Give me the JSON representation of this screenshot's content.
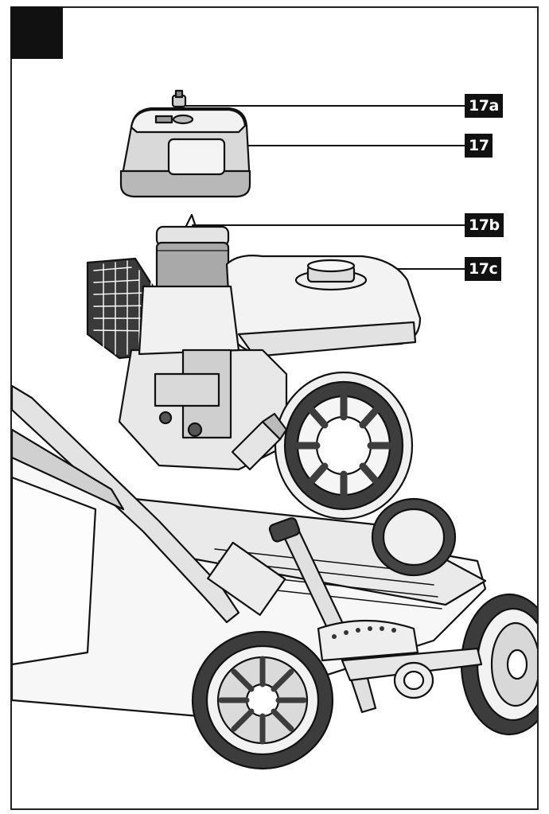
{
  "figure": {
    "callouts": [
      {
        "id": "17a",
        "text": "17a"
      },
      {
        "id": "17",
        "text": "17"
      },
      {
        "id": "17b",
        "text": "17b"
      },
      {
        "id": "17c",
        "text": "17c"
      }
    ],
    "colors": {
      "ink": "#111111",
      "paper": "#ffffff",
      "shade": "#cfcfcf",
      "shade_light": "#e6e6e6"
    }
  }
}
